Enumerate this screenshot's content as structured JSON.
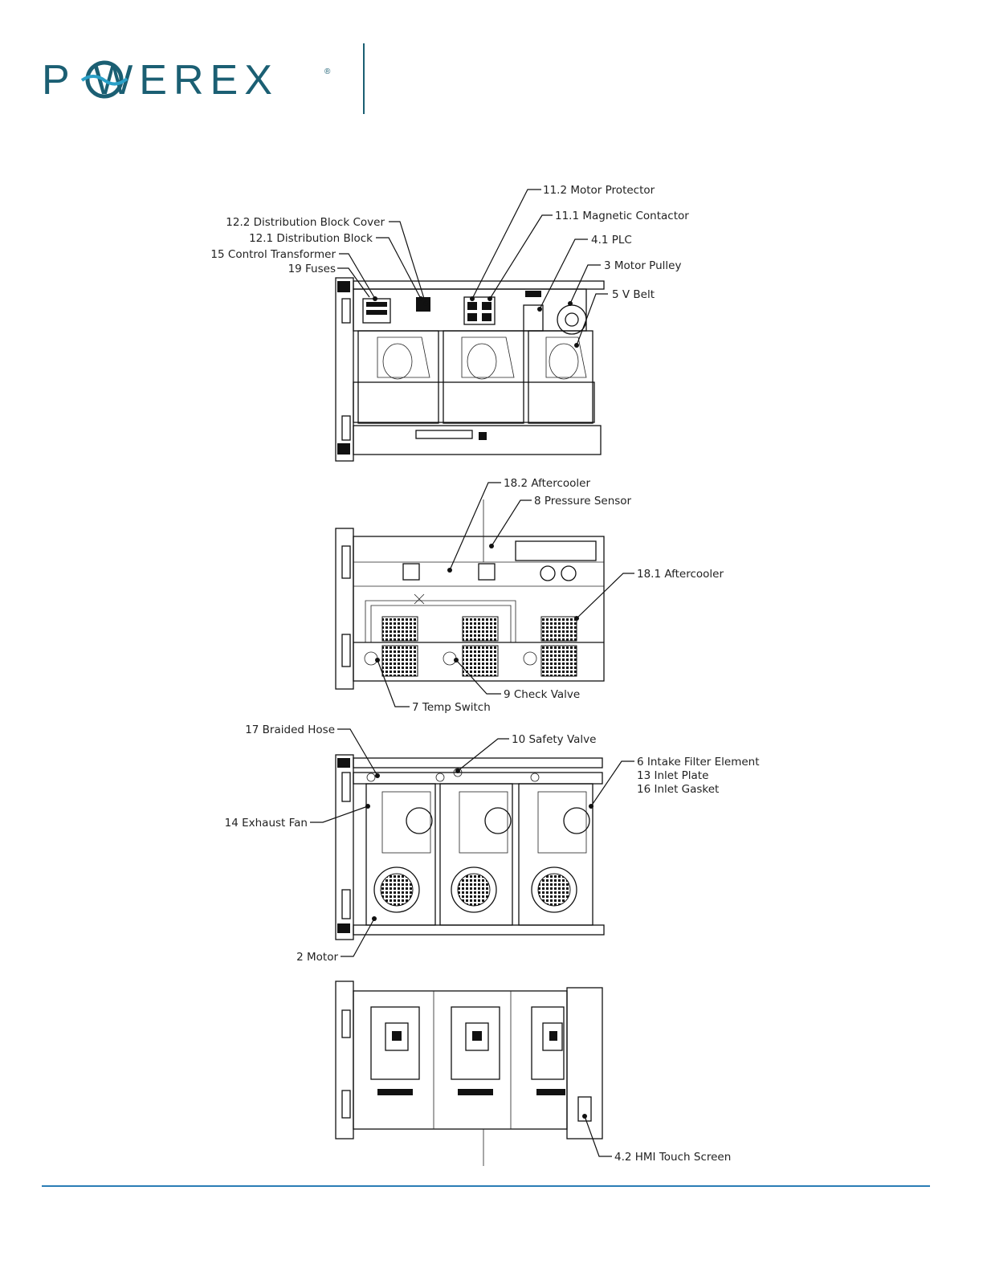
{
  "header": {
    "logo_text": "P WEREX",
    "logo_mark": "®",
    "brand_color": "#1b5f73",
    "rule_color": "#2a7db5"
  },
  "views": {
    "top_view": {
      "labels": {
        "l_11_2": "11.2 Motor Protector",
        "l_11_1": "11.1 Magnetic Contactor",
        "l_4_1": "4.1  PLC",
        "l_3": "3 Motor Pulley",
        "l_5": "5 V Belt",
        "l_12_2": "12.2 Distribution Block Cover",
        "l_12_1": "12.1 Distribution Block",
        "l_15": "15 Control Transformer",
        "l_19": "19 Fuses"
      }
    },
    "rear_view": {
      "labels": {
        "l_18_2": "18.2 Aftercooler",
        "l_8": "8 Pressure Sensor",
        "l_18_1": "18.1 Aftercooler",
        "l_9": "9 Check Valve",
        "l_7": "7 Temp Switch"
      }
    },
    "front_view": {
      "labels": {
        "l_17": "17 Braided Hose",
        "l_10": "10 Safety Valve",
        "l_6": "6 Intake Filter Element",
        "l_13": "13 Inlet Plate",
        "l_16": "16 Inlet Gasket",
        "l_14": "14 Exhaust Fan",
        "l_2": "2 Motor"
      }
    },
    "side_view": {
      "labels": {
        "l_4_2": "4.2 HMI Touch Screen"
      }
    }
  }
}
